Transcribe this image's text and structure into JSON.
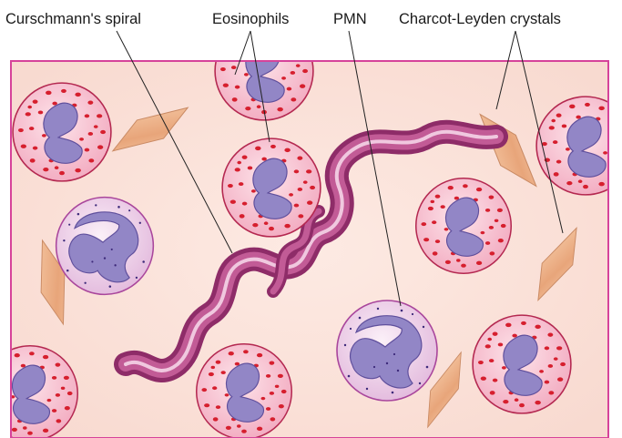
{
  "labels": {
    "curschmann": "Curschmann's spiral",
    "eosinophils": "Eosinophils",
    "pmn": "PMN",
    "charcot": "Charcot-Leyden crystals"
  },
  "colors": {
    "background": "#fbe3dc",
    "frame": "#d6439a",
    "eosinophil_cytoplasm": "#f8cdd8",
    "eosinophil_granule": "#d61f2e",
    "nucleus": "#9286c6",
    "pmn_cytoplasm": "#f2dcef",
    "crystal": "#e9ad84",
    "spiral": "#8e2c68"
  }
}
